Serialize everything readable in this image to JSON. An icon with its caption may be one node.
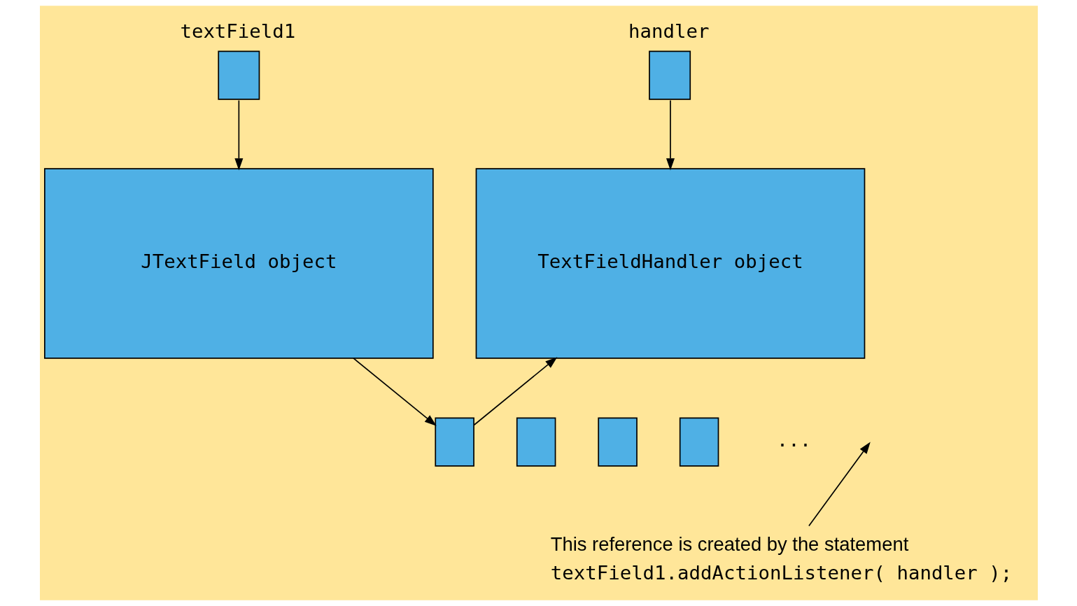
{
  "diagram": {
    "nodes": [
      {
        "text": [
          "textField1"
        ]
      },
      {
        "text": [
          "JTextField object"
        ]
      },
      {
        "text": [
          "handler"
        ]
      },
      {
        "text": [
          "TextFieldHandler object"
        ]
      },
      {
        "text": [],
        "shape": "box"
      },
      {
        "text": [],
        "shape": "box"
      },
      {
        "text": [],
        "shape": "box"
      },
      {
        "text": [],
        "shape": "box"
      },
      {
        "text": [
          "This reference is created by the statement",
          "textField1.addActionListener( handler );"
        ]
      }
    ],
    "edges": [
      {
        "from": 0,
        "to": 1,
        "arrow": "to"
      },
      {
        "from": 2,
        "to": 3,
        "arrow": "to"
      },
      {
        "from": 1,
        "to": 4,
        "arrow": "to"
      },
      {
        "from": 4,
        "to": 3,
        "arrow": "to"
      },
      {
        "from": 8,
        "to": null,
        "arrow": "to"
      }
    ],
    "labels": [
      "..."
    ]
  }
}
